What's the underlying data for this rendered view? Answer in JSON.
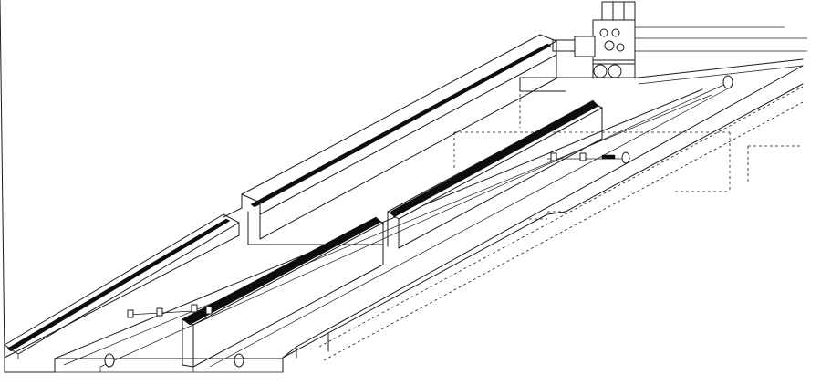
{
  "figure": {
    "type": "technical-line-drawing",
    "subject": "parallel-rail-bed-with-stop-mechanism",
    "style": "black-on-white-isometric",
    "colors": {
      "line": "#1a1a1a",
      "fill": "#0d0d0d",
      "background": "#ffffff"
    }
  }
}
